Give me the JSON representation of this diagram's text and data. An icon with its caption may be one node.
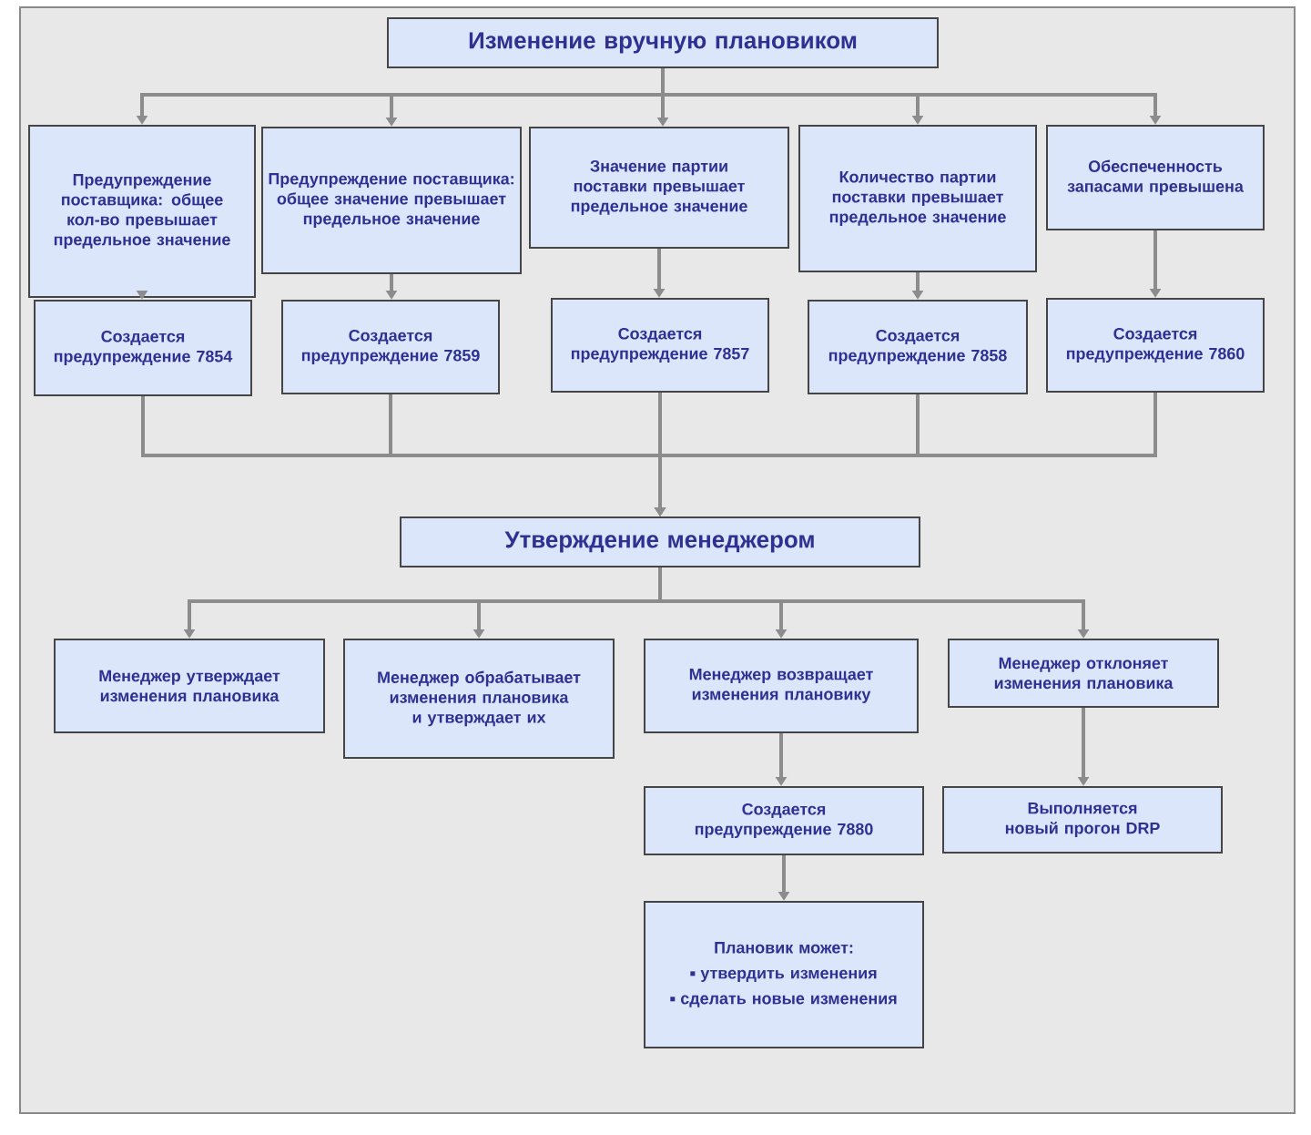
{
  "diagram": {
    "nodes": [
      {
        "text": [
          "Изменение вручную плановиком"
        ]
      },
      {
        "text": [
          "Предупреждение поставщика: общее кол-во превышает предельное значение"
        ]
      },
      {
        "text": [
          "Предупреждение поставщика: общее значение превышает предельное значение"
        ]
      },
      {
        "text": [
          "Значение партии поставки превышает предельное значение"
        ]
      },
      {
        "text": [
          "Количество партии поставки превышает предельное значение"
        ]
      },
      {
        "text": [
          "Обеспеченность запасами превышена"
        ]
      },
      {
        "text": [
          "Создается предупреждение 7854"
        ]
      },
      {
        "text": [
          "Создается предупреждение 7859"
        ]
      },
      {
        "text": [
          "Создается предупреждение 7857"
        ]
      },
      {
        "text": [
          "Создается предупреждение 7858"
        ]
      },
      {
        "text": [
          "Создается предупреждение 7860"
        ]
      },
      {
        "text": [
          "Утверждение менеджером"
        ]
      },
      {
        "text": [
          "Менеджер утверждает изменения плановика"
        ]
      },
      {
        "text": [
          "Менеджер обрабатывает изменения плановика и утверждает их"
        ]
      },
      {
        "text": [
          "Менеджер возвращает изменения плановику"
        ]
      },
      {
        "text": [
          "Менеджер отклоняет изменения плановика"
        ]
      },
      {
        "text": [
          "Создается предупреждение 7880"
        ]
      },
      {
        "text": [
          "Выполняется новый прогон DRP"
        ]
      },
      {
        "text": [
          "Плановик может:",
          "утвердить изменения",
          "сделать новые изменения"
        ]
      }
    ],
    "edges": [
      {
        "from": 0,
        "to": 1,
        "arrow": "to"
      },
      {
        "from": 0,
        "to": 2,
        "arrow": "to"
      },
      {
        "from": 0,
        "to": 3,
        "arrow": "to"
      },
      {
        "from": 0,
        "to": 4,
        "arrow": "to"
      },
      {
        "from": 0,
        "to": 5,
        "arrow": "to"
      },
      {
        "from": 1,
        "to": 6,
        "arrow": "to"
      },
      {
        "from": 2,
        "to": 7,
        "arrow": "to"
      },
      {
        "from": 3,
        "to": 8,
        "arrow": "to"
      },
      {
        "from": 4,
        "to": 9,
        "arrow": "to"
      },
      {
        "from": 5,
        "to": 10,
        "arrow": "to"
      },
      {
        "from": 6,
        "to": 11,
        "arrow": "to"
      },
      {
        "from": 7,
        "to": 11,
        "arrow": "to"
      },
      {
        "from": 8,
        "to": 11,
        "arrow": "to"
      },
      {
        "from": 9,
        "to": 11,
        "arrow": "to"
      },
      {
        "from": 10,
        "to": 11,
        "arrow": "to"
      },
      {
        "from": 11,
        "to": 12,
        "arrow": "to"
      },
      {
        "from": 11,
        "to": 13,
        "arrow": "to"
      },
      {
        "from": 11,
        "to": 14,
        "arrow": "to"
      },
      {
        "from": 11,
        "to": 15,
        "arrow": "to"
      },
      {
        "from": 14,
        "to": 16,
        "arrow": "to"
      },
      {
        "from": 15,
        "to": 17,
        "arrow": "to"
      },
      {
        "from": 16,
        "to": 18,
        "arrow": "to"
      }
    ]
  }
}
